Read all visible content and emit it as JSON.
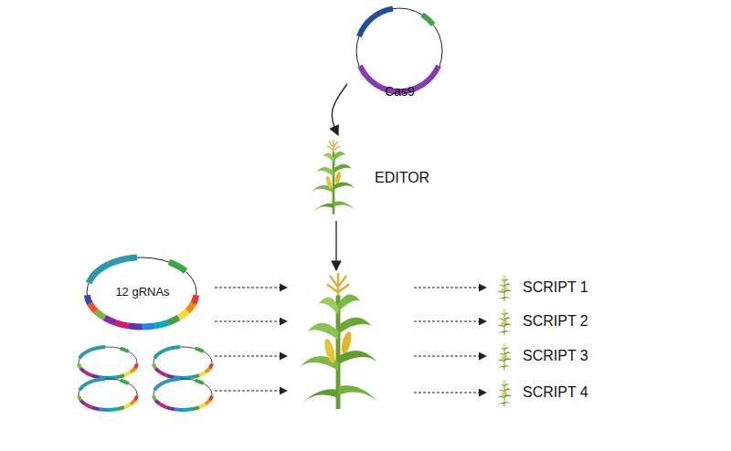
{
  "diagram": {
    "nodes": [
      {
        "text": [
          "Cas9"
        ]
      },
      {
        "text": [
          "EDITOR"
        ]
      },
      {
        "text": [
          "12 gRNAs"
        ]
      },
      {
        "text": [
          "SCRIPT 1"
        ]
      },
      {
        "text": [
          "SCRIPT 2"
        ]
      },
      {
        "text": [
          "SCRIPT 3"
        ]
      },
      {
        "text": [
          "SCRIPT 4"
        ]
      }
    ],
    "edges": [
      {
        "from": 0,
        "to": 1,
        "arrow": "to"
      }
    ]
  }
}
